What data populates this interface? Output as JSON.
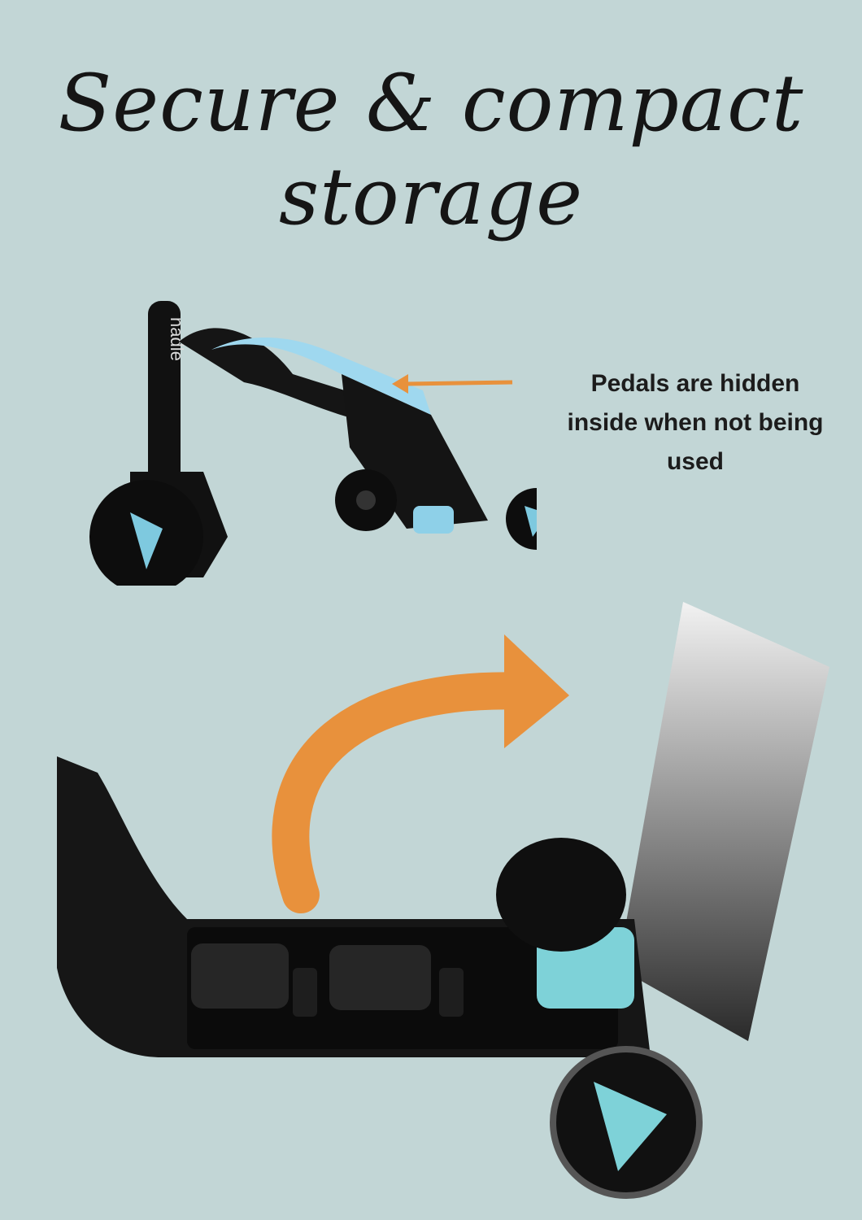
{
  "headline": "Secure & compact storage",
  "callout": "Pedals are hidden inside when not being used",
  "brand_mark": "nadle",
  "colors": {
    "background": "#c2d6d6",
    "accent_arrow": "#e8913c",
    "scooter_blue": "#9fd8ef",
    "scooter_teal": "#7ed2d8",
    "scooter_black": "#111111"
  }
}
